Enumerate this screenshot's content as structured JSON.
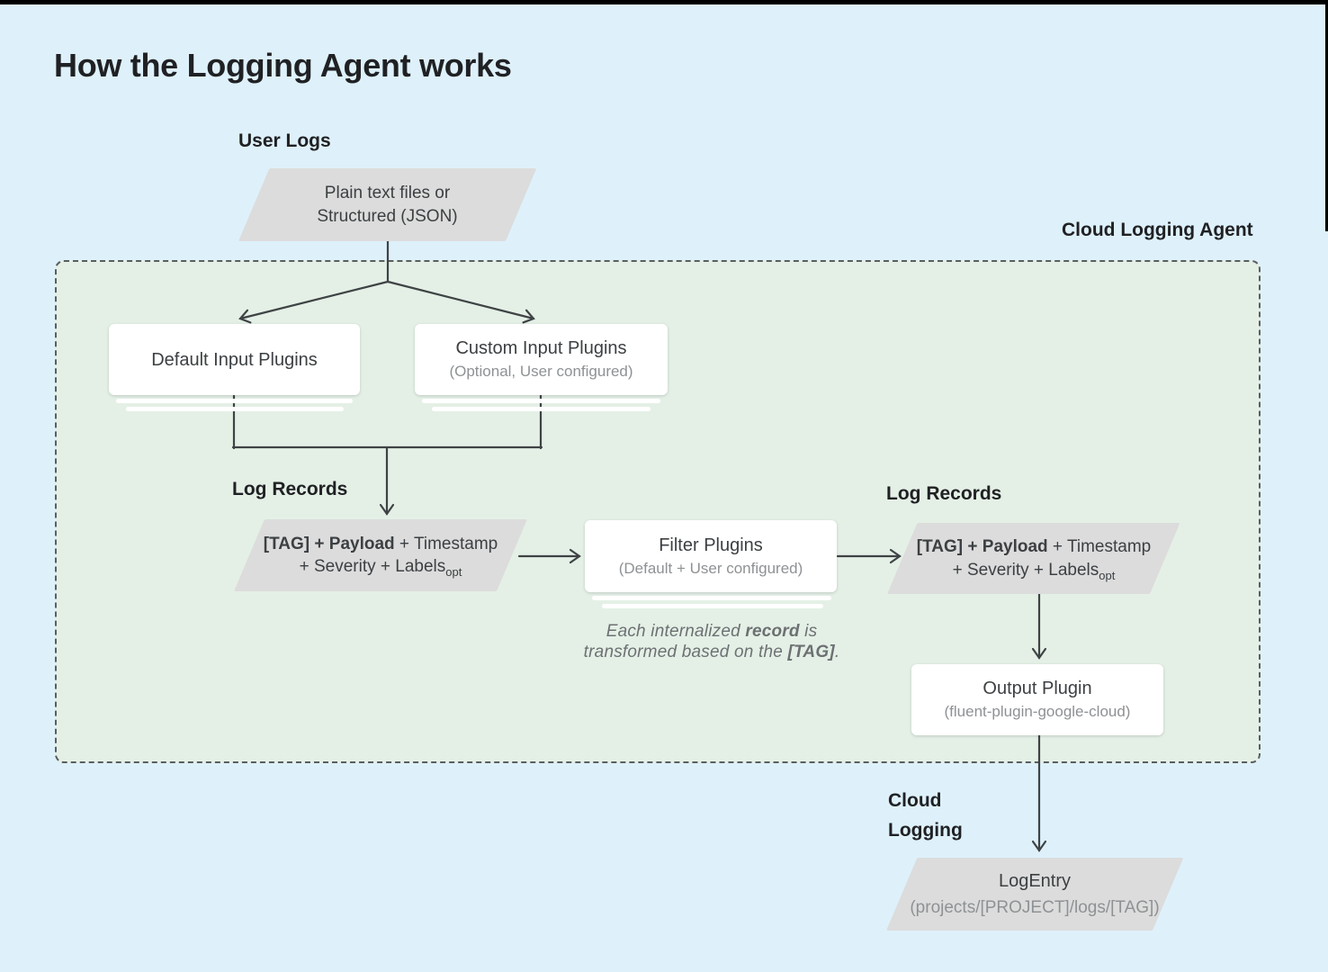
{
  "page": {
    "title": "How the Logging Agent works"
  },
  "labels": {
    "user_logs": "User Logs",
    "cloud_logging_agent": "Cloud Logging Agent",
    "log_records_left": "Log Records",
    "log_records_right": "Log Records",
    "cloud_logging": "Cloud\nLogging"
  },
  "nodes": {
    "user_logs_input": {
      "line1": "Plain text files or",
      "line2": "Structured (JSON)"
    },
    "default_input": {
      "title": "Default Input Plugins"
    },
    "custom_input": {
      "title": "Custom Input Plugins",
      "subtitle": "(Optional, User configured)"
    },
    "log_record_left": {
      "bold": "[TAG] + Payload",
      "rest": " + Timestamp",
      "line2_pre": "+ Severity + Labels",
      "line2_sub": "opt"
    },
    "filter_plugins": {
      "title": "Filter Plugins",
      "subtitle": "(Default + User configured)"
    },
    "log_record_right": {
      "bold": "[TAG] + Payload",
      "rest": " + Timestamp",
      "line2_pre": "+ Severity + Labels",
      "line2_sub": "opt"
    },
    "output_plugin": {
      "title": "Output Plugin",
      "subtitle": "(fluent-plugin-google-cloud)"
    },
    "log_entry": {
      "title": "LogEntry",
      "subtitle": "(projects/[PROJECT]/logs/[TAG])"
    }
  },
  "note": {
    "seg1": "Each internalized ",
    "bold1": "record",
    "seg2": " is",
    "seg3": "transformed based on the ",
    "bold2": "[TAG]",
    "seg4": "."
  },
  "colors": {
    "background": "#def1fb",
    "agent_fill": "#e4f0e6",
    "agent_border": "#5a5e61",
    "parallelogram": "#dcdcdc",
    "card": "#ffffff",
    "text_primary": "#3c4043",
    "text_heading": "#202124",
    "text_secondary": "#8e9295",
    "note_text": "#6d7073",
    "connector": "#3f4345",
    "top_bar": "#000000"
  }
}
